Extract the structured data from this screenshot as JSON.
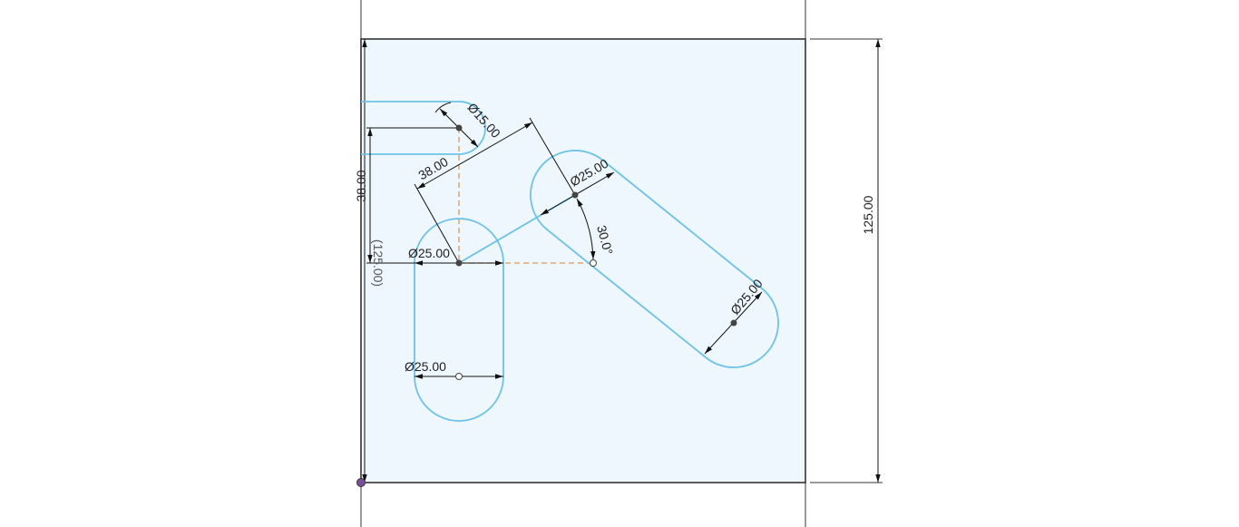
{
  "sketch": {
    "dimensions": {
      "overall_height": "125.00",
      "left_height": "38.00",
      "left_reference": "(125.00)",
      "small_slot_diameter": "Ø15.00",
      "aligned_distance": "38.00",
      "vertical_slot_top_diameter": "Ø25.00",
      "vertical_slot_bottom_diameter": "Ø25.00",
      "diagonal_slot_top_diameter": "Ø25.00",
      "diagonal_slot_bottom_diameter": "Ø25.00",
      "angle": "30.0°"
    },
    "colors": {
      "geometry": "#6cc3e8",
      "profile_fill": "#eef7fd",
      "construction": "#e0955a",
      "origin": "#7b4fa0"
    }
  }
}
